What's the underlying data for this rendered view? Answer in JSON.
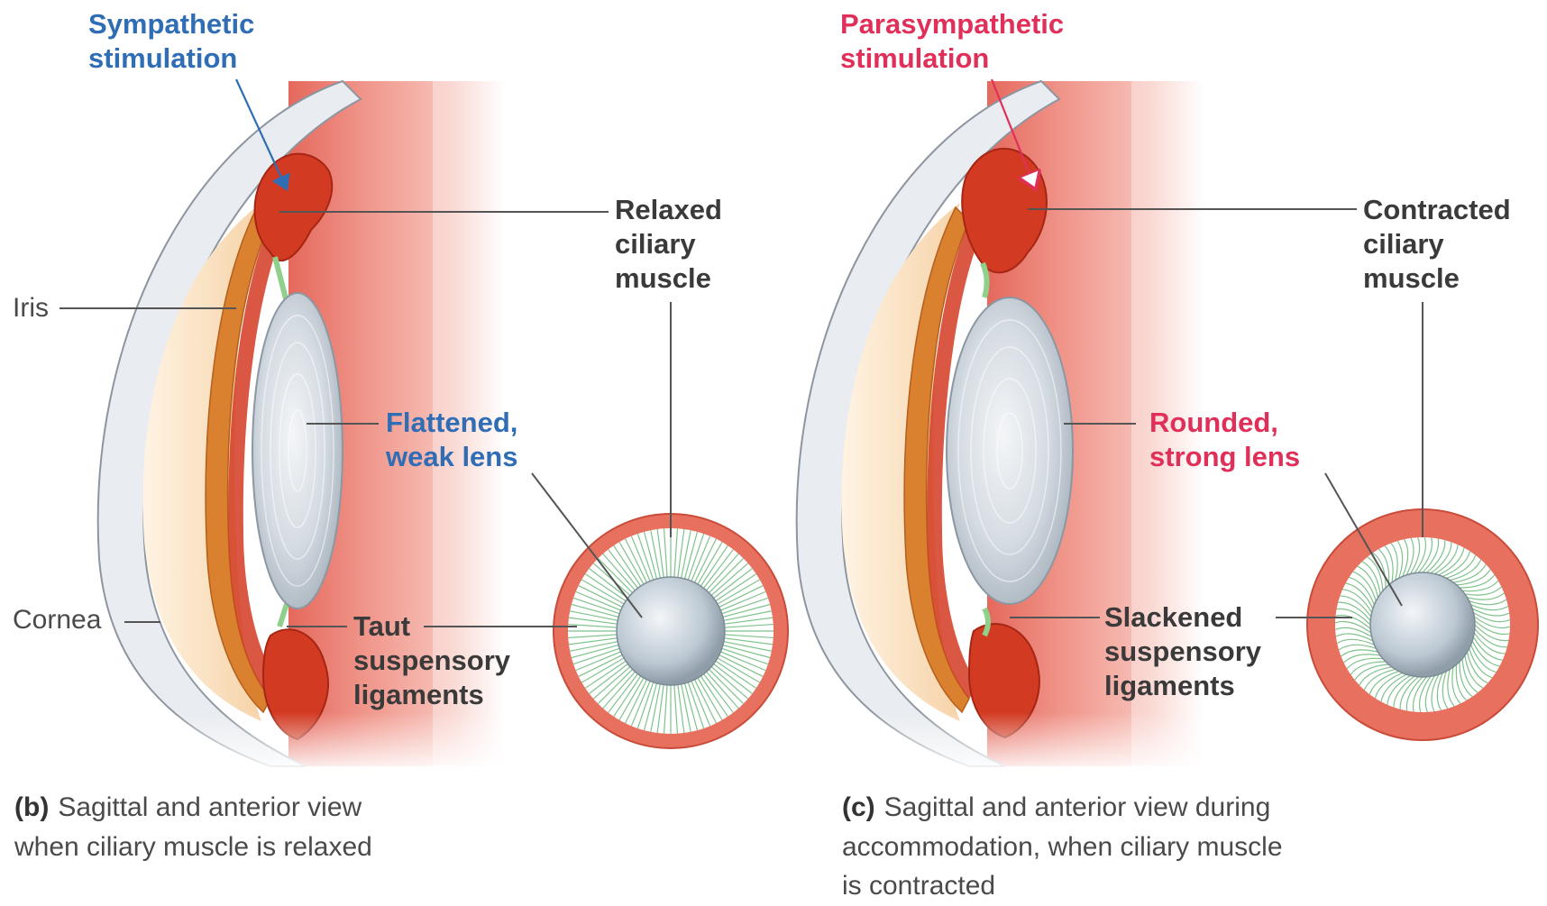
{
  "panel_b": {
    "stimulation": [
      "Sympathetic",
      "stimulation"
    ],
    "ciliary_muscle": [
      "Relaxed",
      "ciliary",
      "muscle"
    ],
    "lens": [
      "Flattened,",
      "weak lens"
    ],
    "ligaments": [
      "Taut",
      "suspensory",
      "ligaments"
    ],
    "iris": "Iris",
    "cornea": "Cornea",
    "caption_tag": "(b)",
    "caption": [
      "Sagittal and anterior view",
      "when ciliary muscle is relaxed"
    ]
  },
  "panel_c": {
    "stimulation": [
      "Parasympathetic",
      "stimulation"
    ],
    "ciliary_muscle": [
      "Contracted",
      "ciliary",
      "muscle"
    ],
    "lens": [
      "Rounded,",
      "strong lens"
    ],
    "ligaments": [
      "Slackened",
      "suspensory",
      "ligaments"
    ],
    "caption_tag": "(c)",
    "caption": [
      "Sagittal and anterior view during",
      "accommodation, when ciliary muscle",
      "is contracted"
    ]
  },
  "colors": {
    "sympathetic": "#2f6db5",
    "parasympathetic": "#e0305a",
    "muscle": "#d23a22",
    "sclera": "#ee8a80",
    "ligament": "#8fd08a"
  }
}
